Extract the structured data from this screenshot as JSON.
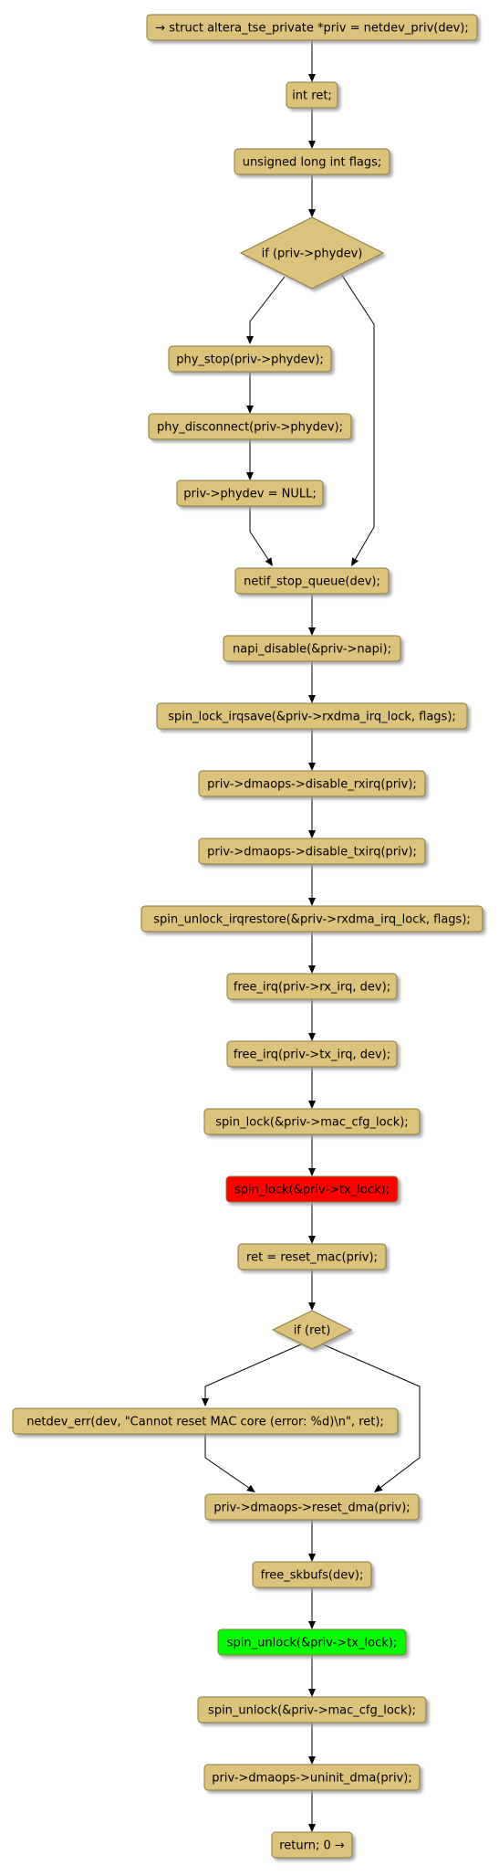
{
  "colors": {
    "node_fill": "#dbc37b",
    "node_stroke": "#8a7a3a",
    "highlight_red": "#ff0000",
    "highlight_green": "#00ff00"
  },
  "nodes": [
    {
      "id": "n1",
      "label": "→ struct altera_tse_private *priv = netdev_priv(dev);",
      "shape": "rect"
    },
    {
      "id": "n2",
      "label": "int ret;",
      "shape": "rect"
    },
    {
      "id": "n3",
      "label": "unsigned long int flags;",
      "shape": "rect"
    },
    {
      "id": "n4",
      "label": "if (priv->phydev)",
      "shape": "diamond"
    },
    {
      "id": "n5",
      "label": "phy_stop(priv->phydev);",
      "shape": "rect"
    },
    {
      "id": "n6",
      "label": "phy_disconnect(priv->phydev);",
      "shape": "rect"
    },
    {
      "id": "n7",
      "label": "priv->phydev = NULL;",
      "shape": "rect"
    },
    {
      "id": "n8",
      "label": "netif_stop_queue(dev);",
      "shape": "rect"
    },
    {
      "id": "n9",
      "label": "napi_disable(&priv->napi);",
      "shape": "rect"
    },
    {
      "id": "n10",
      "label": "spin_lock_irqsave(&priv->rxdma_irq_lock, flags);",
      "shape": "rect"
    },
    {
      "id": "n11",
      "label": "priv->dmaops->disable_rxirq(priv);",
      "shape": "rect"
    },
    {
      "id": "n12",
      "label": "priv->dmaops->disable_txirq(priv);",
      "shape": "rect"
    },
    {
      "id": "n13",
      "label": "spin_unlock_irqrestore(&priv->rxdma_irq_lock, flags);",
      "shape": "rect"
    },
    {
      "id": "n14",
      "label": "free_irq(priv->rx_irq, dev);",
      "shape": "rect"
    },
    {
      "id": "n15",
      "label": "free_irq(priv->tx_irq, dev);",
      "shape": "rect"
    },
    {
      "id": "n16",
      "label": "spin_lock(&priv->mac_cfg_lock);",
      "shape": "rect"
    },
    {
      "id": "n17",
      "label": "spin_lock(&priv->tx_lock);",
      "shape": "rect",
      "highlight": "red"
    },
    {
      "id": "n18",
      "label": "ret = reset_mac(priv);",
      "shape": "rect"
    },
    {
      "id": "n19",
      "label": "if (ret)",
      "shape": "diamond"
    },
    {
      "id": "n20",
      "label": "netdev_err(dev, \"Cannot reset MAC core (error: %d)\\n\", ret);",
      "shape": "rect"
    },
    {
      "id": "n21",
      "label": "priv->dmaops->reset_dma(priv);",
      "shape": "rect"
    },
    {
      "id": "n22",
      "label": "free_skbufs(dev);",
      "shape": "rect"
    },
    {
      "id": "n23",
      "label": "spin_unlock(&priv->tx_lock);",
      "shape": "rect",
      "highlight": "green"
    },
    {
      "id": "n24",
      "label": "spin_unlock(&priv->mac_cfg_lock);",
      "shape": "rect"
    },
    {
      "id": "n25",
      "label": "priv->dmaops->uninit_dma(priv);",
      "shape": "rect"
    },
    {
      "id": "n26",
      "label": "return; 0 →",
      "shape": "rect"
    }
  ],
  "edges": [
    {
      "from": "n1",
      "to": "n2"
    },
    {
      "from": "n2",
      "to": "n3"
    },
    {
      "from": "n3",
      "to": "n4"
    },
    {
      "from": "n4",
      "to": "n5"
    },
    {
      "from": "n4",
      "to": "n8"
    },
    {
      "from": "n5",
      "to": "n6"
    },
    {
      "from": "n6",
      "to": "n7"
    },
    {
      "from": "n7",
      "to": "n8"
    },
    {
      "from": "n8",
      "to": "n9"
    },
    {
      "from": "n9",
      "to": "n10"
    },
    {
      "from": "n10",
      "to": "n11"
    },
    {
      "from": "n11",
      "to": "n12"
    },
    {
      "from": "n12",
      "to": "n13"
    },
    {
      "from": "n13",
      "to": "n14"
    },
    {
      "from": "n14",
      "to": "n15"
    },
    {
      "from": "n15",
      "to": "n16"
    },
    {
      "from": "n16",
      "to": "n17"
    },
    {
      "from": "n17",
      "to": "n18"
    },
    {
      "from": "n18",
      "to": "n19"
    },
    {
      "from": "n19",
      "to": "n20"
    },
    {
      "from": "n19",
      "to": "n21"
    },
    {
      "from": "n20",
      "to": "n21"
    },
    {
      "from": "n21",
      "to": "n22"
    },
    {
      "from": "n22",
      "to": "n23"
    },
    {
      "from": "n23",
      "to": "n24"
    },
    {
      "from": "n24",
      "to": "n25"
    },
    {
      "from": "n25",
      "to": "n26"
    }
  ]
}
